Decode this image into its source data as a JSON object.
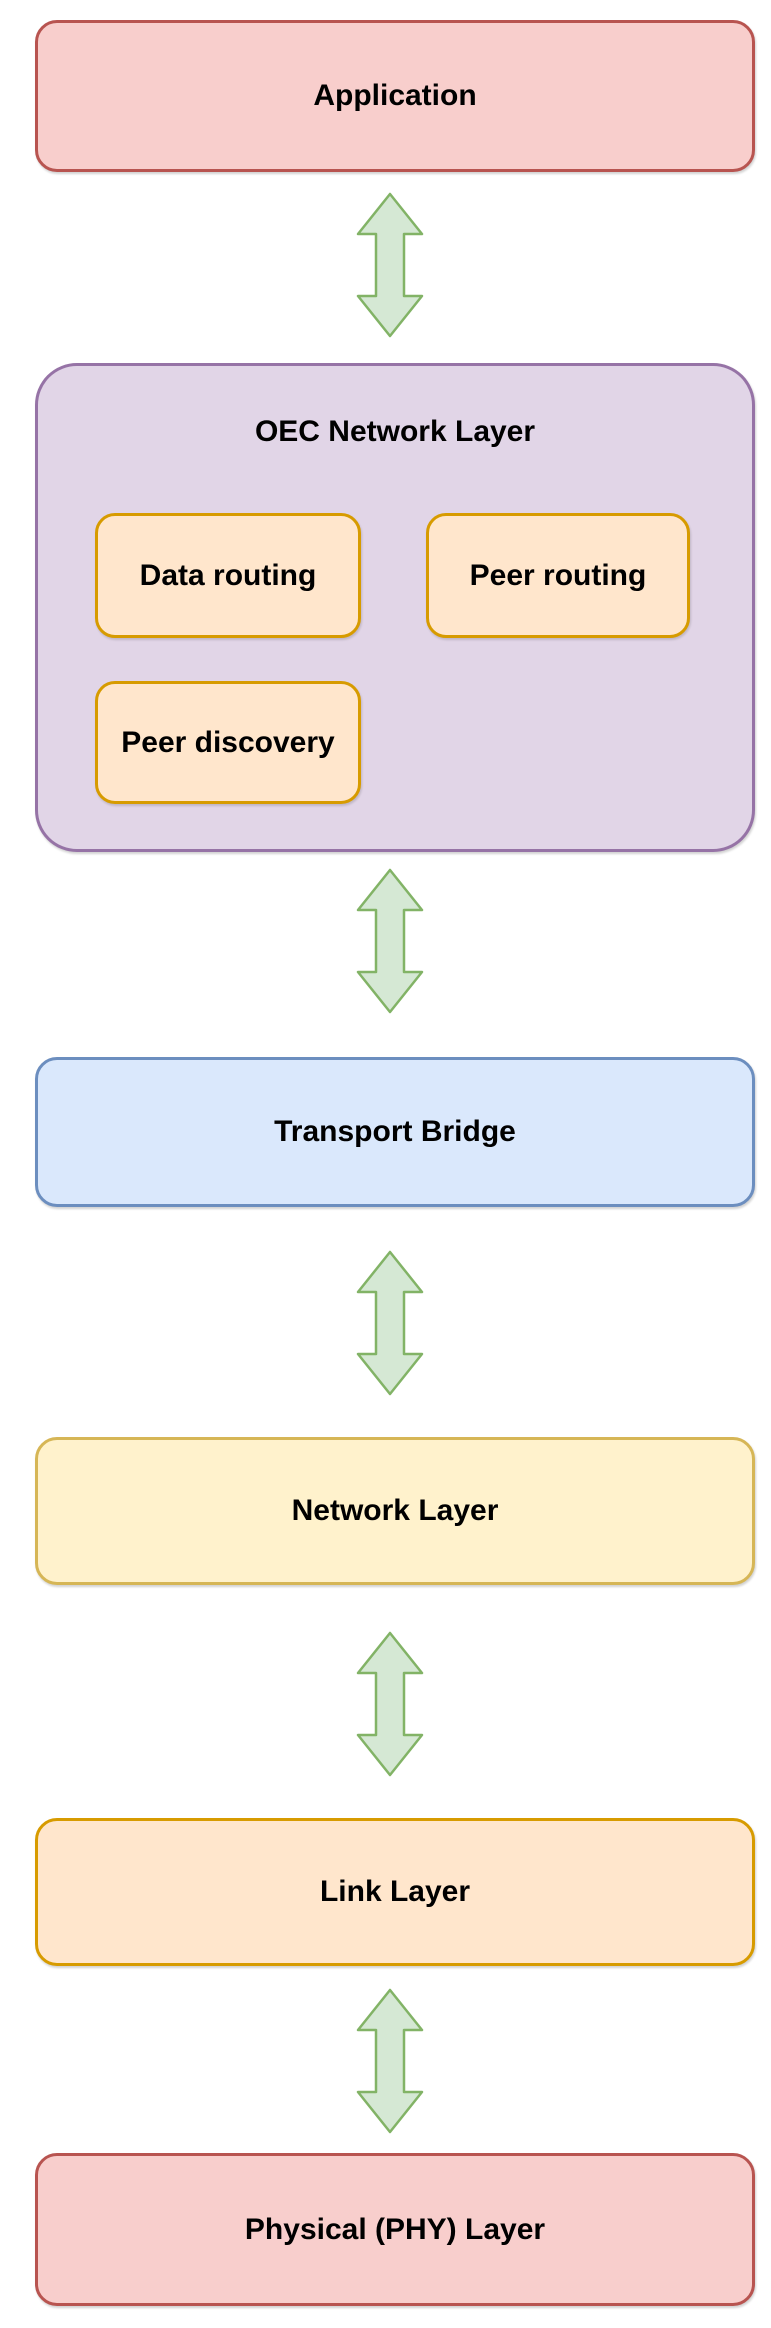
{
  "diagram": {
    "background": "#FFFFFF",
    "text_color": "#000000",
    "connector": {
      "icon": "double-vertical-arrow-icon",
      "type": "bidirectional",
      "fill": "#D5E8D4",
      "stroke": "#82B366",
      "count": 5
    },
    "nodes": {
      "application": {
        "label": "Application",
        "fill": "#F8CECC",
        "border": "#B85450"
      },
      "oec_network_layer": {
        "label": "OEC Network Layer",
        "fill": "#E1D5E7",
        "border": "#9673A6",
        "children": {
          "data_routing": {
            "label": "Data routing",
            "fill": "#FFE6CC",
            "border": "#D79B00"
          },
          "peer_routing": {
            "label": "Peer routing",
            "fill": "#FFE6CC",
            "border": "#D79B00"
          },
          "peer_discovery": {
            "label": "Peer discovery",
            "fill": "#FFE6CC",
            "border": "#D79B00"
          }
        }
      },
      "transport_bridge": {
        "label": "Transport Bridge",
        "fill": "#DAE8FC",
        "border": "#6C8EBF"
      },
      "network_layer": {
        "label": "Network Layer",
        "fill": "#FFF2CC",
        "border": "#D6B656"
      },
      "link_layer": {
        "label": "Link Layer",
        "fill": "#FFE6CC",
        "border": "#D79B00"
      },
      "physical_layer": {
        "label": "Physical (PHY) Layer",
        "fill": "#F8CECC",
        "border": "#B85450"
      }
    }
  }
}
